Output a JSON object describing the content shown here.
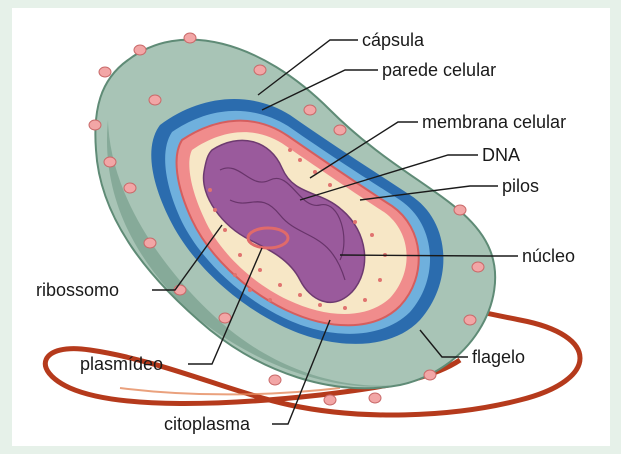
{
  "labels": {
    "capsula": "cápsula",
    "parede": "parede celular",
    "membrana": "membrana celular",
    "dna": "DNA",
    "pilos": "pilos",
    "nucleo": "núcleo",
    "ribossomo": "ribossomo",
    "plasmideo": "plasmídeo",
    "flagelo": "flagelo",
    "citoplasma": "citoplasma"
  },
  "colors": {
    "background_border": "#e6f1e9",
    "capsule": "#a8c4b6",
    "capsule_dark": "#5f8b76",
    "wall_blue": "#2b6cae",
    "membrane_pink": "#f08c8c",
    "cytoplasm": "#f7e7c6",
    "dna_purple": "#9a5a9c",
    "flagellum": "#b53a1c",
    "pili": "#f2a6a6"
  }
}
